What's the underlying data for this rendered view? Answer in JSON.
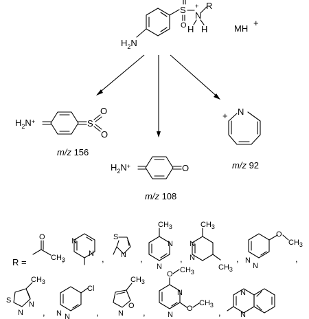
{
  "parent": {
    "amine_h2": "H",
    "amine_sub": "2",
    "amine_n": "N",
    "s_atom": "S",
    "o_atom": "O",
    "n_atom": "N",
    "r_atom": "R",
    "h_atom": "H",
    "charge": "+",
    "ion_label": "MH",
    "ion_charge": "+"
  },
  "fragments": [
    {
      "prefix": "m/z",
      "value": "156"
    },
    {
      "prefix": "m/z",
      "value": "108"
    },
    {
      "prefix": "m/z",
      "value": "92"
    }
  ],
  "fragment_atoms": {
    "h2n_plus": "H",
    "sub2": "2",
    "n": "N",
    "plus": "+",
    "s": "S",
    "o": "O",
    "ring_n": "N",
    "ring_plus": "+"
  },
  "r_groups": {
    "label": "R =",
    "separator": ",",
    "o_label": "O",
    "ch3_label": "CH",
    "sub3": "3",
    "n_label": "N",
    "s_label": "S",
    "cl_label": "Cl",
    "o_ring": "O"
  }
}
